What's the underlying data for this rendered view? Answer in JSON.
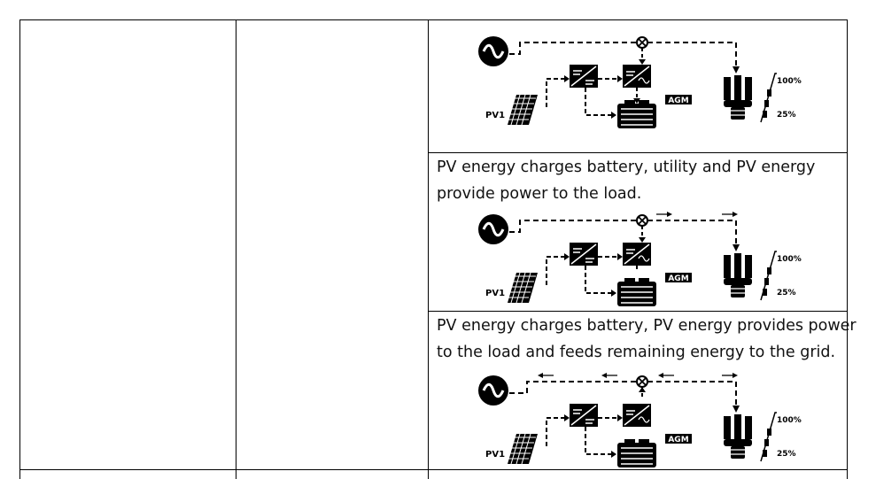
{
  "rows": [
    {
      "description_lines": [],
      "diagram": {
        "pv_label": "PV1",
        "battery_type": "AGM",
        "level_high": "100%",
        "level_low": "25%"
      }
    },
    {
      "description_lines": [
        "PV energy charges battery, utility and PV energy",
        "provide power to the load."
      ],
      "diagram": {
        "pv_label": "PV1",
        "battery_type": "AGM",
        "level_high": "100%",
        "level_low": "25%"
      }
    },
    {
      "description_lines": [
        "PV energy charges battery, PV energy provides power",
        "to the load and feeds remaining energy to the grid."
      ],
      "diagram": {
        "pv_label": "PV1",
        "battery_type": "AGM",
        "level_high": "100%",
        "level_low": "25%"
      }
    }
  ]
}
